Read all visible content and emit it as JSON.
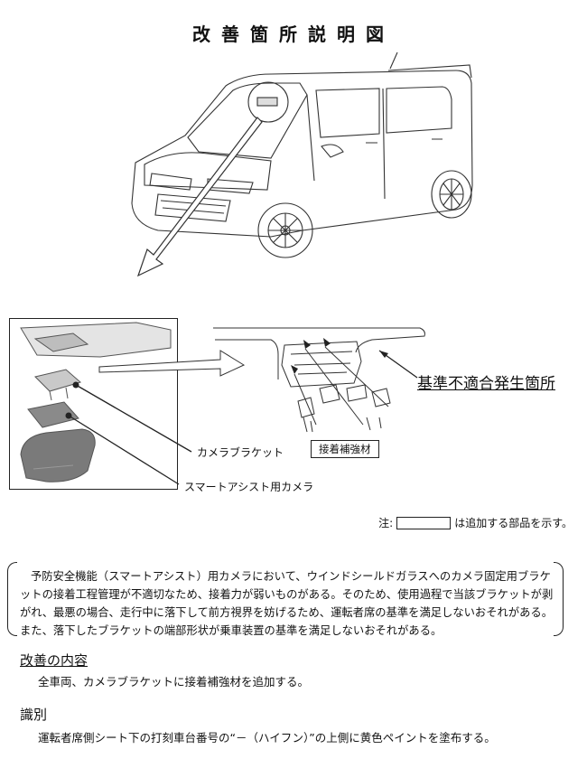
{
  "title": "改善箇所説明図",
  "callouts": {
    "camera_bracket": "カメラブラケット",
    "smart_assist_camera": "スマートアシスト用カメラ",
    "defect_location": "基準不適合発生箇所",
    "adhesive_reinforcement": "接着補強材"
  },
  "note": {
    "prefix": "注:",
    "suffix": "は追加する部品を示す。"
  },
  "description": "予防安全機能（スマートアシスト）用カメラにおいて、ウインドシールドガラスへのカメラ固定用ブラケットの接着工程管理が不適切なため、接着力が弱いものがある。そのため、使用過程で当該ブラケットが剥がれ、最悪の場合、走行中に落下して前方視界を妨げるため、運転者席の基準を満足しないおそれがある。また、落下したブラケットの端部形状が乗車装置の基準を満足しないおそれがある。",
  "improvement": {
    "heading": "改善の内容",
    "text": "全車両、カメラブラケットに接着補強材を追加する。"
  },
  "identification": {
    "heading": "識別",
    "text": "運転者席側シート下の打刻車台番号の“－（ハイフン）”の上側に黄色ペイントを塗布する。"
  }
}
